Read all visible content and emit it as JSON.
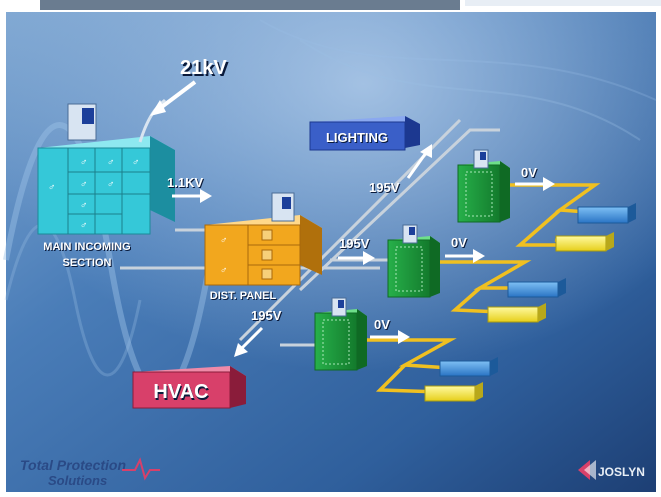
{
  "diagram": {
    "voltages": {
      "utility": "21kV",
      "incoming": "1.1KV",
      "lighting_feed": "195V",
      "dist_feed": "195V",
      "hvac_feed": "195V",
      "out_top": "0V",
      "out_mid": "0V",
      "out_bottom": "0V"
    },
    "components": {
      "main_incoming_line1": "MAIN INCOMING",
      "main_incoming_line2": "SECTION",
      "dist_panel": "DIST. PANEL",
      "lighting": "LIGHTING",
      "hvac": "HVAC"
    },
    "branding": {
      "left_line1": "Total Protection",
      "left_line2": "Solutions",
      "right": "JOSLYN"
    },
    "colors": {
      "background": "#3a6ea8",
      "main_incoming": "#35c8d8",
      "dist_panel": "#f2a71e",
      "lighting": "#3a5fc8",
      "hvac": "#d8406a",
      "panelboard": "#1f9a3a",
      "wire": "#f0c020",
      "load_blue": "#3a8fd8",
      "load_yellow": "#f4e23a"
    }
  }
}
